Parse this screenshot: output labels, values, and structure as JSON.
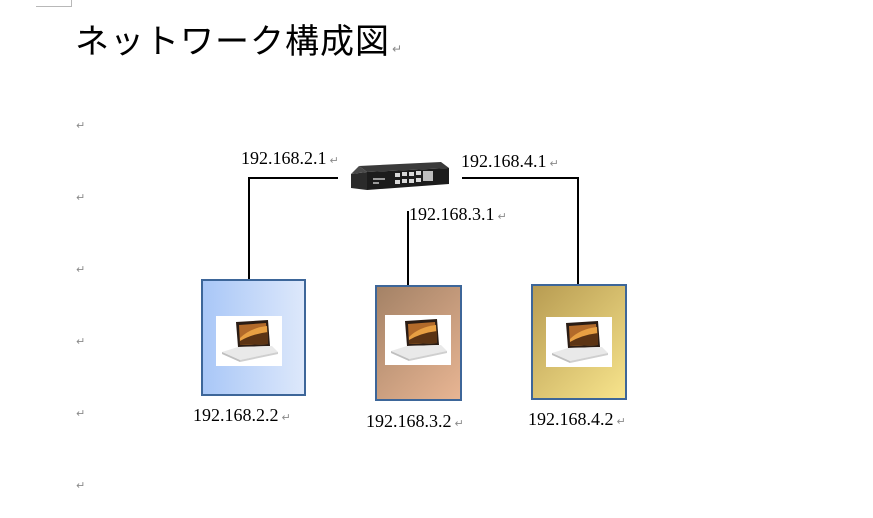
{
  "document": {
    "title": "ネットワーク構成図",
    "paragraph_mark": "↵"
  },
  "diagram": {
    "switch": {
      "icon": "network-switch-icon",
      "ports": {
        "router_2": "192.168.2.1",
        "router_3": "192.168.3.1",
        "router_4": "192.168.4.1"
      }
    },
    "pcs": [
      {
        "ip": "192.168.2.2",
        "icon": "laptop-icon",
        "color": "#a9c7f7"
      },
      {
        "ip": "192.168.3.2",
        "icon": "laptop-icon",
        "color": "#c99a7c"
      },
      {
        "ip": "192.168.4.2",
        "icon": "laptop-icon",
        "color": "#d8c26e"
      }
    ]
  }
}
